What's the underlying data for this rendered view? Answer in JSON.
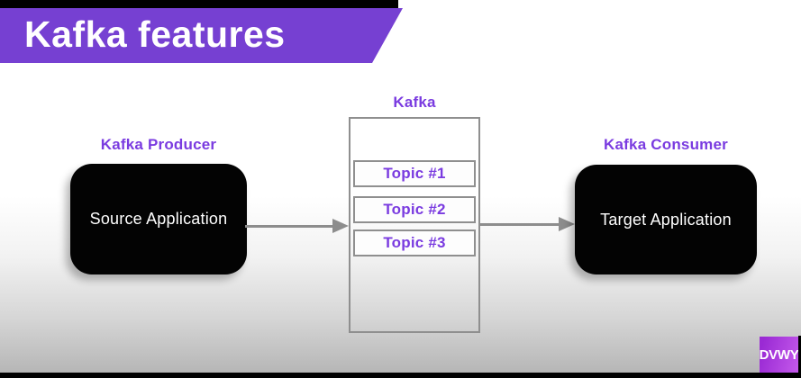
{
  "title": {
    "text": "Kafka features"
  },
  "diagram": {
    "producer": {
      "label": "Kafka Producer",
      "box_text": "Source Application"
    },
    "kafka": {
      "label": "Kafka",
      "topics": [
        "Topic #1",
        "Topic #2",
        "Topic #3"
      ]
    },
    "consumer": {
      "label": "Kafka Consumer",
      "box_text": "Target Application"
    }
  },
  "watermark": {
    "text": "DVWY"
  },
  "colors": {
    "banner_purple": "#7640d2",
    "accent_purple": "#7a3be0",
    "watermark_from": "#9a2ad4",
    "watermark_to": "#c257ea",
    "arrow_gray": "#8d8d8d",
    "border_gray": "#8f8f8f",
    "box_black": "#030303",
    "letterbox_black": "#000000"
  }
}
